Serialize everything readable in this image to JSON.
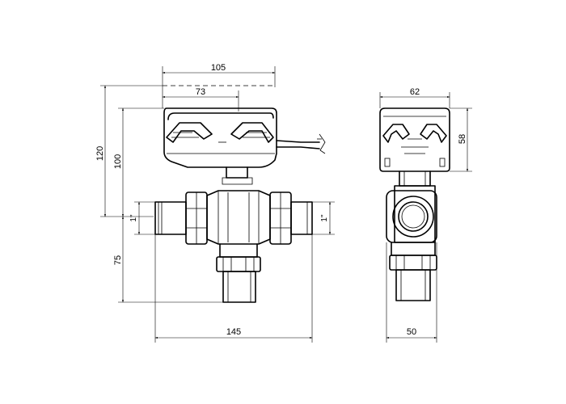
{
  "front_view": {
    "dim_overall_width": "105",
    "dim_actuator_width": "73",
    "dim_total_height": "120",
    "dim_actuator_height": "100",
    "dim_left_thread": "1\"",
    "dim_right_thread": "1\"",
    "dim_bottom_port_height": "75",
    "dim_body_width": "145"
  },
  "side_view": {
    "dim_actuator_width": "62",
    "dim_actuator_height": "58",
    "dim_body_width": "50"
  }
}
